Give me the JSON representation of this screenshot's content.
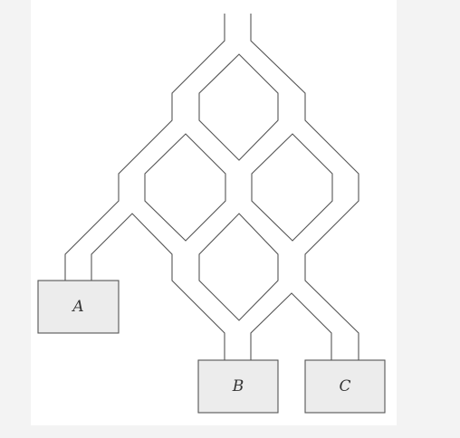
{
  "diagram": {
    "boxes": [
      {
        "id": "box-a",
        "label": "A"
      },
      {
        "id": "box-b",
        "label": "B"
      },
      {
        "id": "box-c",
        "label": "C"
      }
    ]
  }
}
